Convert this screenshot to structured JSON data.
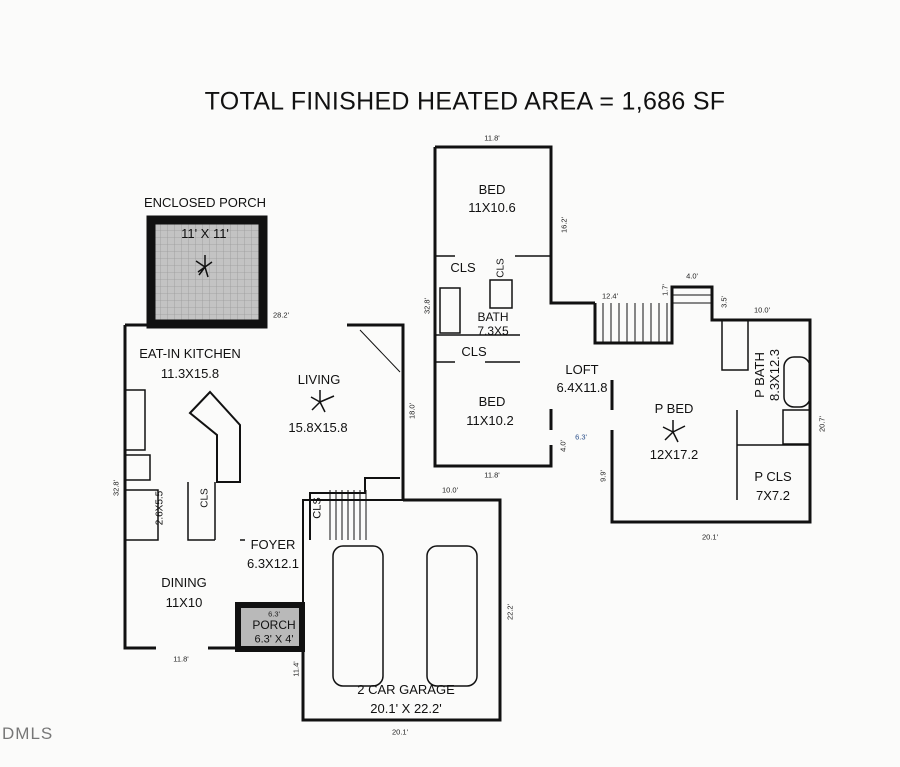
{
  "title": "TOTAL FINISHED HEATED AREA = 1,686 SF",
  "watermark": "DMLS",
  "rooms": {
    "enclosed_porch": {
      "name": "ENCLOSED PORCH",
      "size": "11' X 11'"
    },
    "kitchen": {
      "name": "EAT-IN KITCHEN",
      "size": "11.3X15.8"
    },
    "living": {
      "name": "LIVING",
      "size": "15.8X15.8"
    },
    "foyer": {
      "name": "FOYER",
      "size": "6.3X12.1"
    },
    "dining": {
      "name": "DINING",
      "size": "11X10"
    },
    "porch": {
      "name": "PORCH",
      "size": "6.3' X 4'"
    },
    "garage": {
      "name": "2 CAR GARAGE",
      "size": "20.1' X 22.2'"
    },
    "bed1": {
      "name": "BED",
      "size": "11X10.6"
    },
    "bath": {
      "name": "BATH",
      "size": "7.3X5"
    },
    "bed2": {
      "name": "BED",
      "size": "11X10.2"
    },
    "loft": {
      "name": "LOFT",
      "size": "6.4X11.8"
    },
    "pbed": {
      "name": "P BED",
      "size": "12X17.2"
    },
    "pbath": {
      "name": "P BATH",
      "size": "8.3X12.3"
    },
    "pcls": {
      "name": "P CLS",
      "size": "7X7.2"
    },
    "laundry": {
      "size": "2.6X5.5"
    }
  },
  "closet_label": "CLS",
  "dims": {
    "d_28_2": "28.2'",
    "d_18_0": "18.0'",
    "d_32_8a": "32.8'",
    "d_11_8a": "11.8'",
    "d_11_4": "11.4'",
    "d_22_2": "22.2'",
    "d_20_1a": "20.1'",
    "d_10_0a": "10.0'",
    "d_6_3a": "6.3'",
    "d_11_8b": "11.8'",
    "d_16_2": "16.2'",
    "d_32_8b": "32.8'",
    "d_11_8c": "11.8'",
    "d_4_0a": "4.0'",
    "d_6_3b": "6.3'",
    "d_12_4": "12.4'",
    "d_1_7": "1.7'",
    "d_4_0b": "4.0'",
    "d_3_5": "3.5'",
    "d_10_0b": "10.0'",
    "d_20_7": "20.7'",
    "d_9_9": "9.9'",
    "d_20_1b": "20.1'"
  },
  "colors": {
    "wall": "#111111",
    "porch_fill": "#b9b9b9",
    "accent_dim": "#2a4f8a"
  }
}
